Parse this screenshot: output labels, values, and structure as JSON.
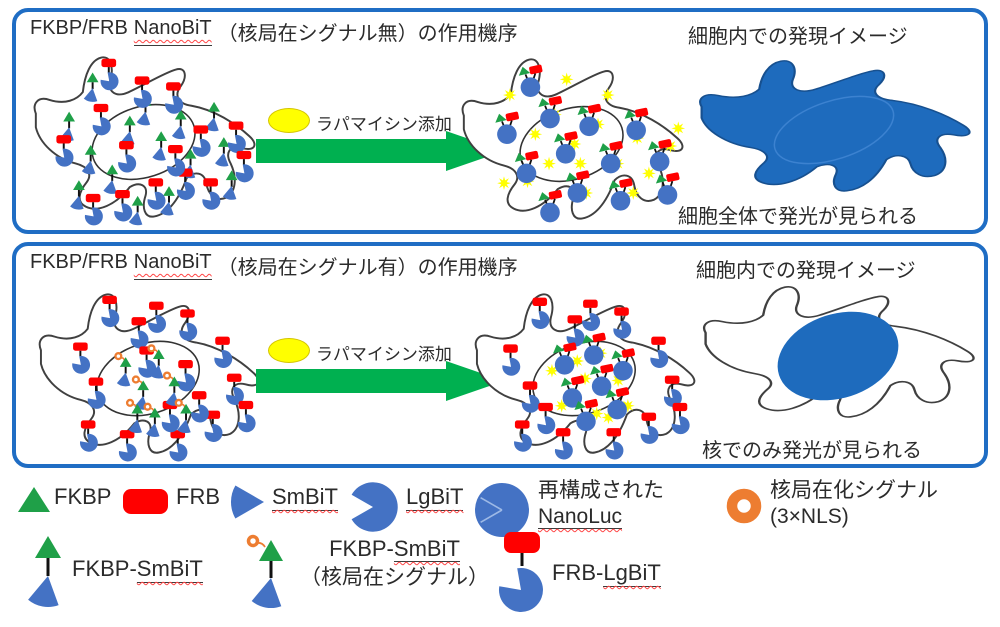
{
  "panel_no_nls": {
    "title_prefix": "FKBP/FRB",
    "title_nanobit": "NanoBiT",
    "title_suffix": "（核局在シグナル無）の作用機序",
    "expression_title": "細胞内での発現イメージ",
    "arrow_label": "ラパマイシン添加",
    "result_caption": "細胞全体で発光が見られる"
  },
  "panel_nls": {
    "title_prefix": "FKBP/FRB",
    "title_nanobit": "NanoBiT",
    "title_suffix": "（核局在シグナル有）の作用機序",
    "expression_title": "細胞内での発現イメージ",
    "arrow_label": "ラパマイシン添加",
    "result_caption": "核でのみ発光が見られる"
  },
  "legend": {
    "fkbp": "FKBP",
    "frb": "FRB",
    "smbit": "SmBiT",
    "lgbit": "LgBiT",
    "nanoluc_line1": "再構成された",
    "nanoluc_line2": "NanoLuc",
    "nls_line1": "核局在化シグナル",
    "nls_line2": "(3×NLS)",
    "fkbp_smbit_prefix": "FKBP-",
    "fkbp_smbit_word": "SmBiT",
    "fkbp_smbit_nls_prefix": "FKBP-",
    "fkbp_smbit_nls_word": "SmBiT",
    "fkbp_smbit_nls_line2": "（核局在シグナル）",
    "frb_lgbit_prefix": "FRB-",
    "frb_lgbit_word": "LgBiT"
  },
  "colors": {
    "panel_border": "#1f6dc4",
    "molecule_blue": "#4472c4",
    "cell_luminescence_blue": "#1e6bbd",
    "fkbp_green": "#1fa048",
    "arrow_green": "#00b050",
    "frb_red": "#ff0000",
    "rapamycin_yellow": "#ffff00",
    "nls_orange": "#ed7d31",
    "cell_outline": "#404040"
  }
}
